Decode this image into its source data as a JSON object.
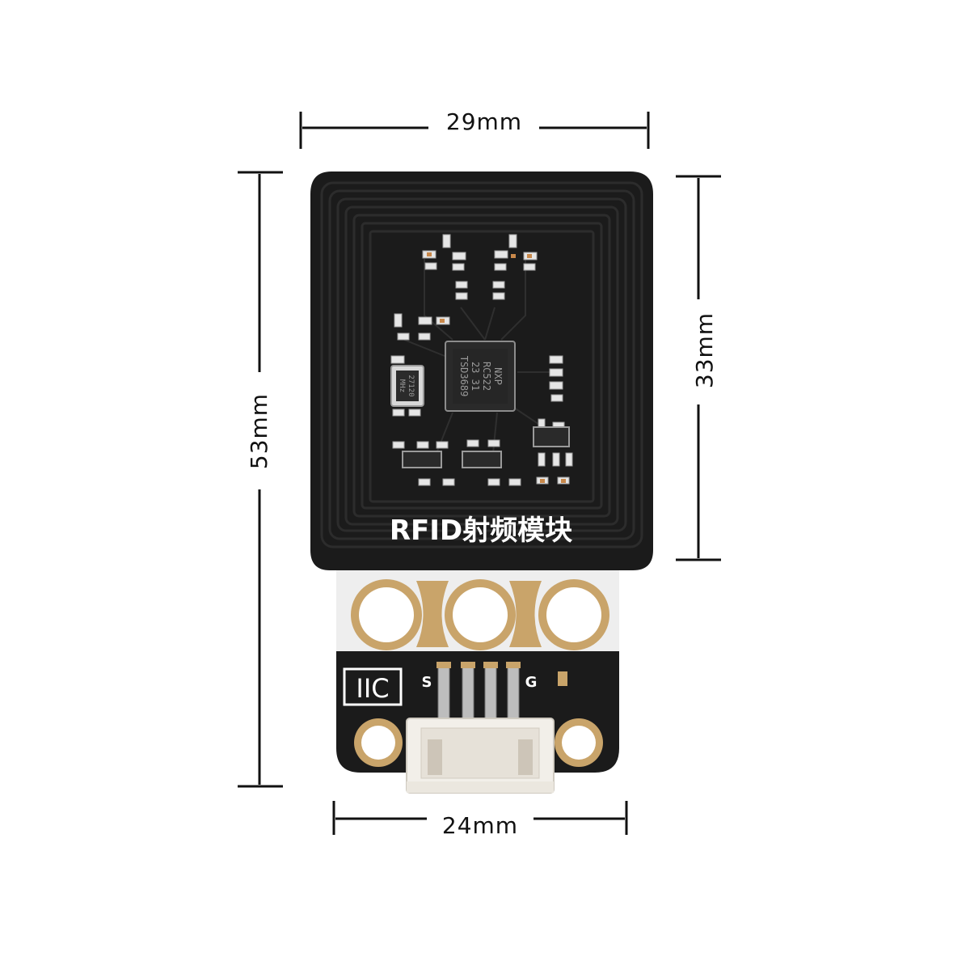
{
  "product": {
    "title": "RFID射频模块",
    "interface_label": "IIC",
    "pin_label_signal": "S",
    "pin_label_ground": "G",
    "chip_marking_lines": [
      "NXP",
      "RC522",
      "23 31",
      "TSD3689"
    ],
    "crystal_marking": "27120",
    "crystal_marking_2": "MHz"
  },
  "dimensions": {
    "top_width": "29mm",
    "total_height": "53mm",
    "antenna_height": "33mm",
    "bottom_width": "24mm"
  },
  "colors": {
    "board": "#1b1b1b",
    "copper": "#c9a46a",
    "silkscreen": "#ffffff",
    "connector": "#f2efe9"
  }
}
